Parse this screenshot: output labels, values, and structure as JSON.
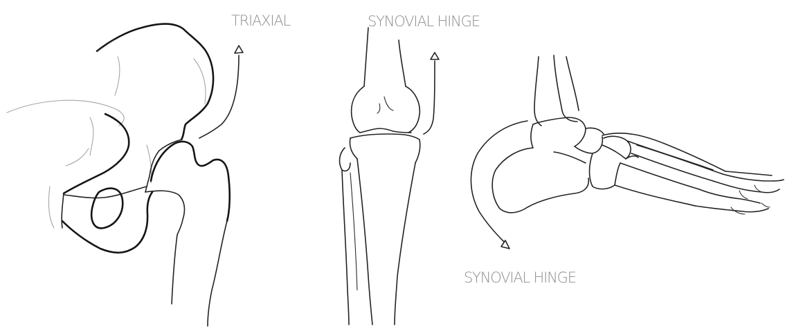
{
  "labels": {
    "hip": "TRIAXIAL",
    "knee": "SYNOVIAL HINGE",
    "ankle": "SYNOVIAL HINGE"
  },
  "icons": [
    "hip-joint-illustration",
    "knee-joint-illustration",
    "ankle-foot-illustration",
    "rotation-arrow-icon"
  ],
  "colors": {
    "line": "#151515",
    "faint_line": "#a4a4a4",
    "label": "#8e8e8e",
    "background": "#ffffff"
  }
}
